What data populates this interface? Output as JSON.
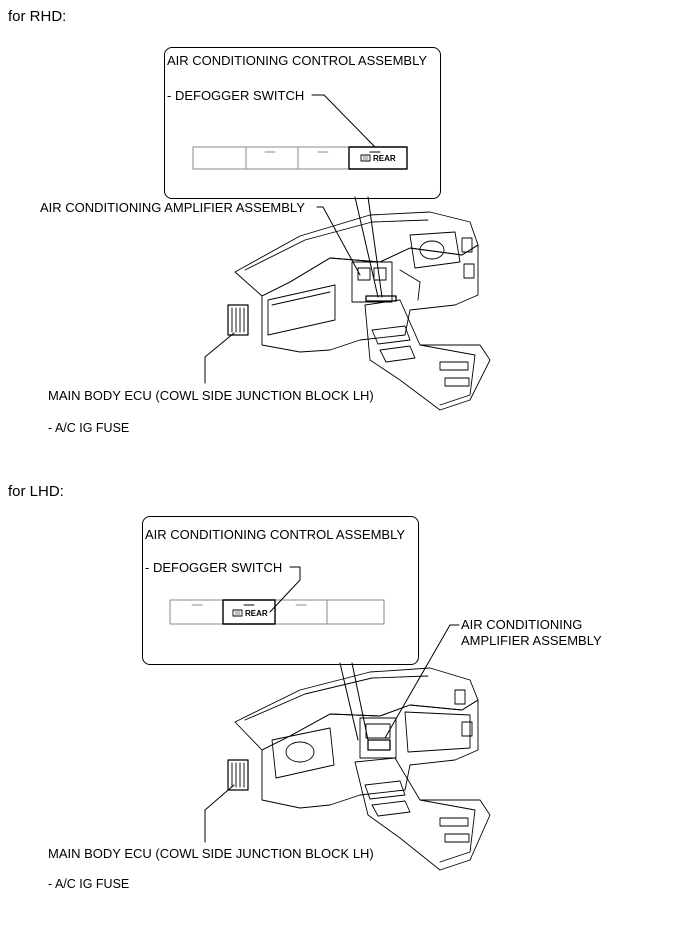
{
  "rhd": {
    "heading": "for RHD:",
    "callout_title": "AIR CONDITIONING CONTROL ASSEMBLY",
    "defogger_label": "- DEFOGGER SWITCH",
    "button_text": "REAR",
    "amplifier_label": "AIR CONDITIONING AMPLIFIER ASSEMBLY",
    "ecu_label": "MAIN BODY ECU (COWL SIDE JUNCTION BLOCK LH)",
    "fuse_label": "- A/C IG FUSE"
  },
  "lhd": {
    "heading": "for LHD:",
    "callout_title": "AIR CONDITIONING CONTROL ASSEMBLY",
    "defogger_label": "- DEFOGGER SWITCH",
    "button_text": "REAR",
    "amplifier_label_line1": "AIR CONDITIONING",
    "amplifier_label_line2": "AMPLIFIER ASSEMBLY",
    "ecu_label": "MAIN BODY ECU (COWL SIDE JUNCTION BLOCK LH)",
    "fuse_label": "- A/C IG FUSE"
  }
}
